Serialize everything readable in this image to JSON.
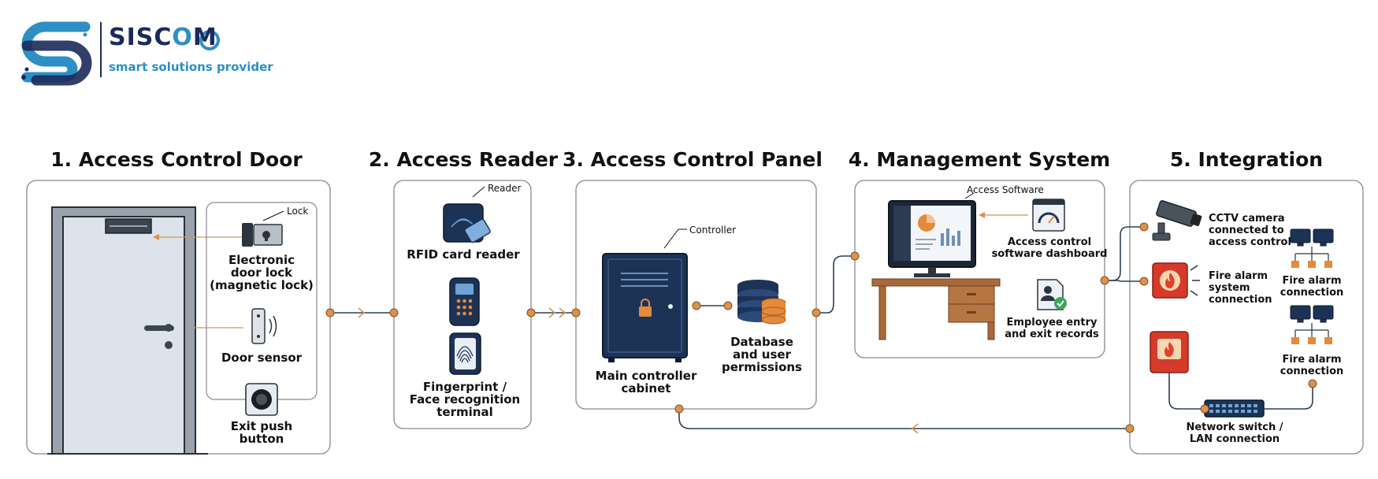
{
  "brand": {
    "name": "SISCOM",
    "name_before": "SISC",
    "name_o": "O",
    "name_after": "M",
    "tagline": "smart solutions provider"
  },
  "sections": [
    {
      "title": "1. Access Control Door",
      "callout": "Lock",
      "items": [
        {
          "label": "Electronic\ndoor lock\n(magnetic lock)",
          "icon": "magnetic-lock-icon"
        },
        {
          "label": "Door sensor",
          "icon": "door-sensor-icon"
        },
        {
          "label": "Exit push\nbutton",
          "icon": "exit-button-icon"
        }
      ]
    },
    {
      "title": "2. Access Reader",
      "callout": "Reader",
      "items": [
        {
          "label": "RFID card reader",
          "icon": "rfid-reader-icon"
        },
        {
          "label": "",
          "icon": "keypad-icon"
        },
        {
          "label": "Fingerprint /\nFace recognition\nterminal",
          "icon": "fingerprint-terminal-icon"
        }
      ]
    },
    {
      "title": "3. Access Control Panel",
      "callout": "Controller",
      "items": [
        {
          "label": "Main controller\ncabinet",
          "icon": "controller-cabinet-icon"
        },
        {
          "label": "Database\nand user\npermissions",
          "icon": "database-icon"
        }
      ]
    },
    {
      "title": "4. Management System",
      "callout": "Access Software",
      "items": [
        {
          "label": "Access control\nsoftware dashboard",
          "icon": "gauge-dashboard-icon"
        },
        {
          "label": "Employee entry\nand exit records",
          "icon": "employee-record-icon"
        }
      ]
    },
    {
      "title": "5. Integration",
      "items": [
        {
          "label": "CCTV camera\nconnected to\naccess control",
          "icon": "cctv-camera-icon"
        },
        {
          "label": "Fire alarm\nsystem\nconnection",
          "icon": "fire-alarm-icon"
        },
        {
          "label": "Fire alarm\nconnection",
          "icon": "network-tree-icon"
        },
        {
          "label": "Fire alarm\nconnection",
          "icon": "network-tree-icon"
        },
        {
          "label": "Network switch /\nLAN connection",
          "icon": "network-switch-icon"
        }
      ]
    }
  ],
  "colors": {
    "border": "#8a8a8a",
    "connector": "#2f3e57",
    "node": "#d9924f",
    "arrow": "#d9924f",
    "navy": "#1d3356",
    "accent_orange": "#e58a3a",
    "fire_red": "#d63a2a",
    "brand_blue": "#2e8fc4"
  }
}
